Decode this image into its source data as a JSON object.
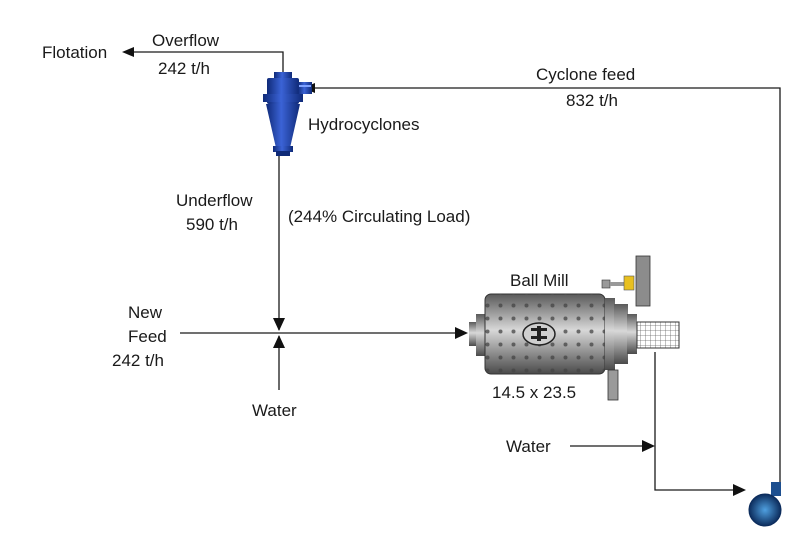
{
  "labels": {
    "flotation": "Flotation",
    "overflow": "Overflow",
    "overflow_rate": "242 t/h",
    "cyclone_feed": "Cyclone feed",
    "cyclone_feed_rate": "832 t/h",
    "hydrocyclones": "Hydrocyclones",
    "underflow": "Underflow",
    "underflow_rate": "590 t/h",
    "circulating_load": "(244% Circulating Load)",
    "ball_mill": "Ball Mill",
    "new_feed_line1": "New",
    "new_feed_line2": "Feed",
    "new_feed_rate": "242 t/h",
    "mill_size": "14.5 x 23.5",
    "water_bottom": "Water",
    "water_pump": "Water"
  },
  "colors": {
    "cyclone_blue": "#1f3f9e",
    "mill_gray": "#8a8a8a",
    "pump_blue": "#1d4f8f",
    "motor_yellow": "#e8c020"
  },
  "icons": [
    "hydrocyclone-icon",
    "ball-mill-icon",
    "pump-icon"
  ]
}
